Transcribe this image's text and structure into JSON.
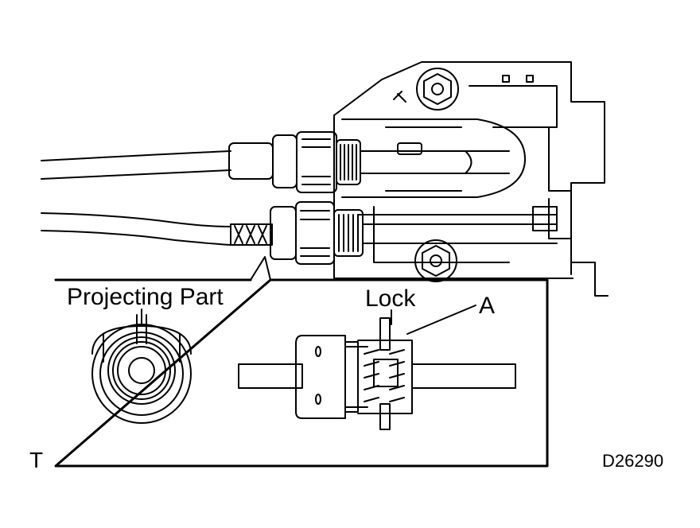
{
  "labels": {
    "projecting_part": "Projecting Part",
    "lock": "Lock",
    "part_a": "A",
    "corner_mark": "T",
    "figure_code": "D26290"
  },
  "colors": {
    "line": "#000000",
    "background": "#ffffff"
  }
}
